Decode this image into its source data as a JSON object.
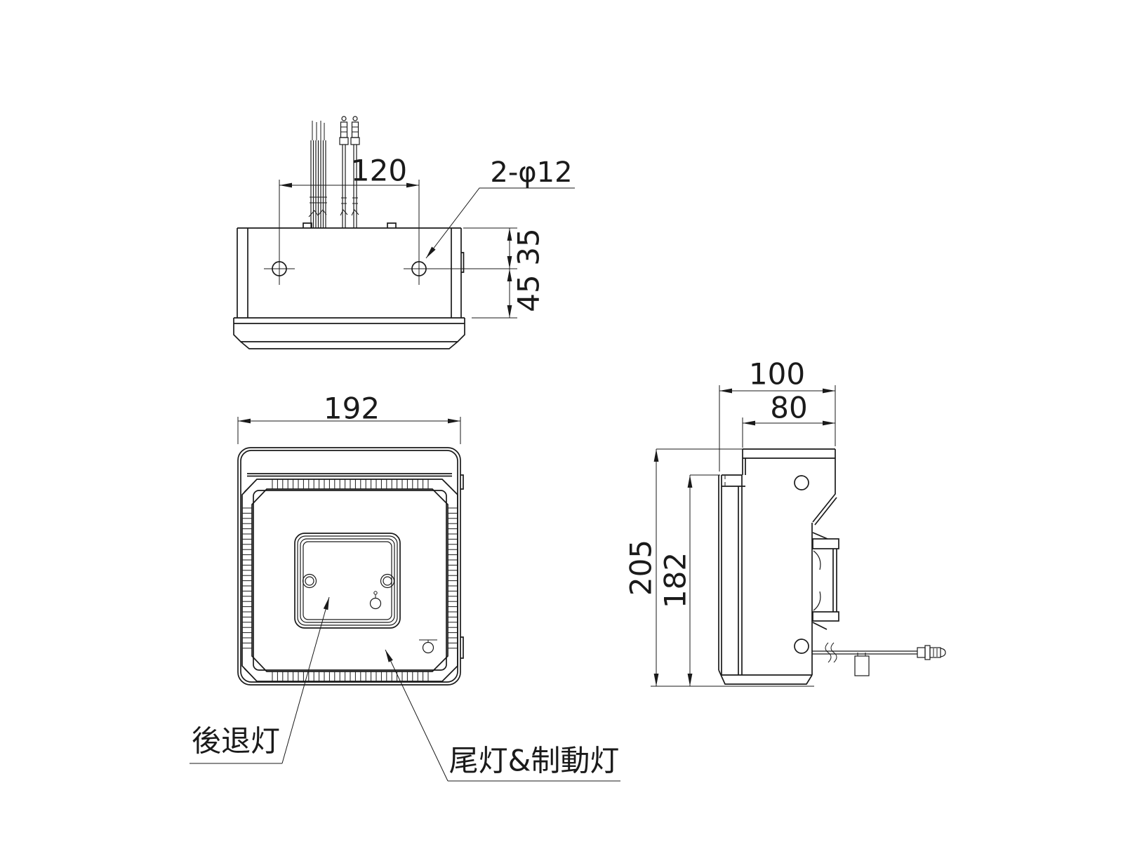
{
  "colors": {
    "background": "#ffffff",
    "line": "#1a1a1a"
  },
  "top_view": {
    "dim_hole_spacing": "120",
    "hole_callout": "2-φ12",
    "dim_top_to_hole": "35",
    "dim_hole_to_lens": "45"
  },
  "front_view": {
    "dim_width": "192",
    "label_backup": "後退灯",
    "label_tail_brake": "尾灯&制動灯"
  },
  "side_view": {
    "dim_depth_overall": "100",
    "dim_depth_bracket": "80",
    "dim_height_overall": "205",
    "dim_height_body": "182"
  }
}
